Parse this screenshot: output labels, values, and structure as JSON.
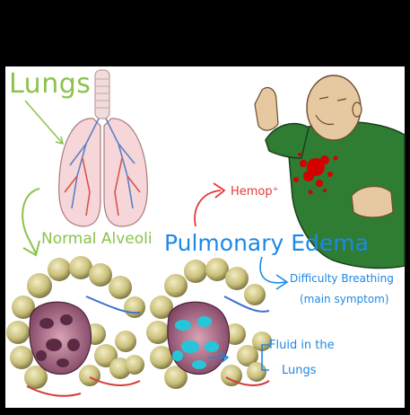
{
  "labels": {
    "lungs": "Lungs",
    "normal_alveoli": "Normal Alveoli",
    "pulmonary_edema": "Pulmonary Edema",
    "hemoptysis": "Hemop⁺",
    "difficulty_line1": "Difficulty Breathing",
    "difficulty_line2": "(main symptom)",
    "fluid_line1": "Fluid in the",
    "fluid_line2": "Lungs"
  },
  "colors": {
    "green_label": "#8bc34a",
    "blue_label": "#1e88e5",
    "red_label": "#e53935",
    "shirt": "#2e7d32",
    "skin": "#e6c9a0",
    "fluid": "#26c6da"
  },
  "icons": [
    "lungs-illustration",
    "alveoli-cluster-normal",
    "alveoli-cluster-edema",
    "coughing-man-illustration",
    "curved-arrow-icon"
  ]
}
